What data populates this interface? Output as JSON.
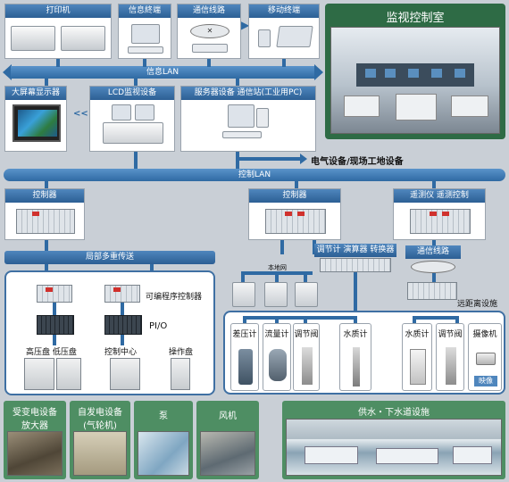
{
  "top": {
    "printer": "打印机",
    "info_terminal": "信息終端",
    "comm_line": "通信线路",
    "mobile_terminal": "移动终端",
    "info_lan": "信息LAN",
    "large_display": "大屏幕显示器",
    "lcd_monitor": "LCD监视设备",
    "server_station": "服务器设备  通信站(工业用PC)",
    "arrows": "<<"
  },
  "control_room": {
    "title": "监视控制室"
  },
  "mid": {
    "electrical_site": "电气设备/现场工地设备",
    "control_lan": "控制LAN",
    "controller_left": "控制器",
    "controller_mid": "控制器",
    "telemetry": "遥测仪  遥测控制"
  },
  "local": {
    "multiplex": "局部多重传送",
    "plc": "可编程序控制器",
    "pio": "PI/O",
    "high_low_panel": "高压盘  低压盘",
    "control_center": "控制中心",
    "operation_panel": "操作盘"
  },
  "field": {
    "local_net": "本地网",
    "instruments": "调节计  演算器  转换器",
    "comm_line2": "通信线路",
    "remote_facility": "远距离设施",
    "diff_pressure": "差压计",
    "flowmeter": "流量计",
    "control_valve1": "调节阀",
    "water_quality1": "水质计",
    "water_quality2": "水质计",
    "control_valve2": "调节阀",
    "camera": "摄像机",
    "video": "映像"
  },
  "bottom": {
    "substation_line1": "受变电设备",
    "substation_line2": "放大器",
    "generator_line1": "自发电设备",
    "generator_line2": "(气轮机)",
    "pump": "泵",
    "fan": "风机",
    "water_supply": "供水・下水道设施"
  },
  "colors": {
    "bus_blue": "#2f6aa3",
    "header_blue": "#3a6fa6",
    "green_title": "#4e8e63",
    "background": "#c9cfd6"
  }
}
